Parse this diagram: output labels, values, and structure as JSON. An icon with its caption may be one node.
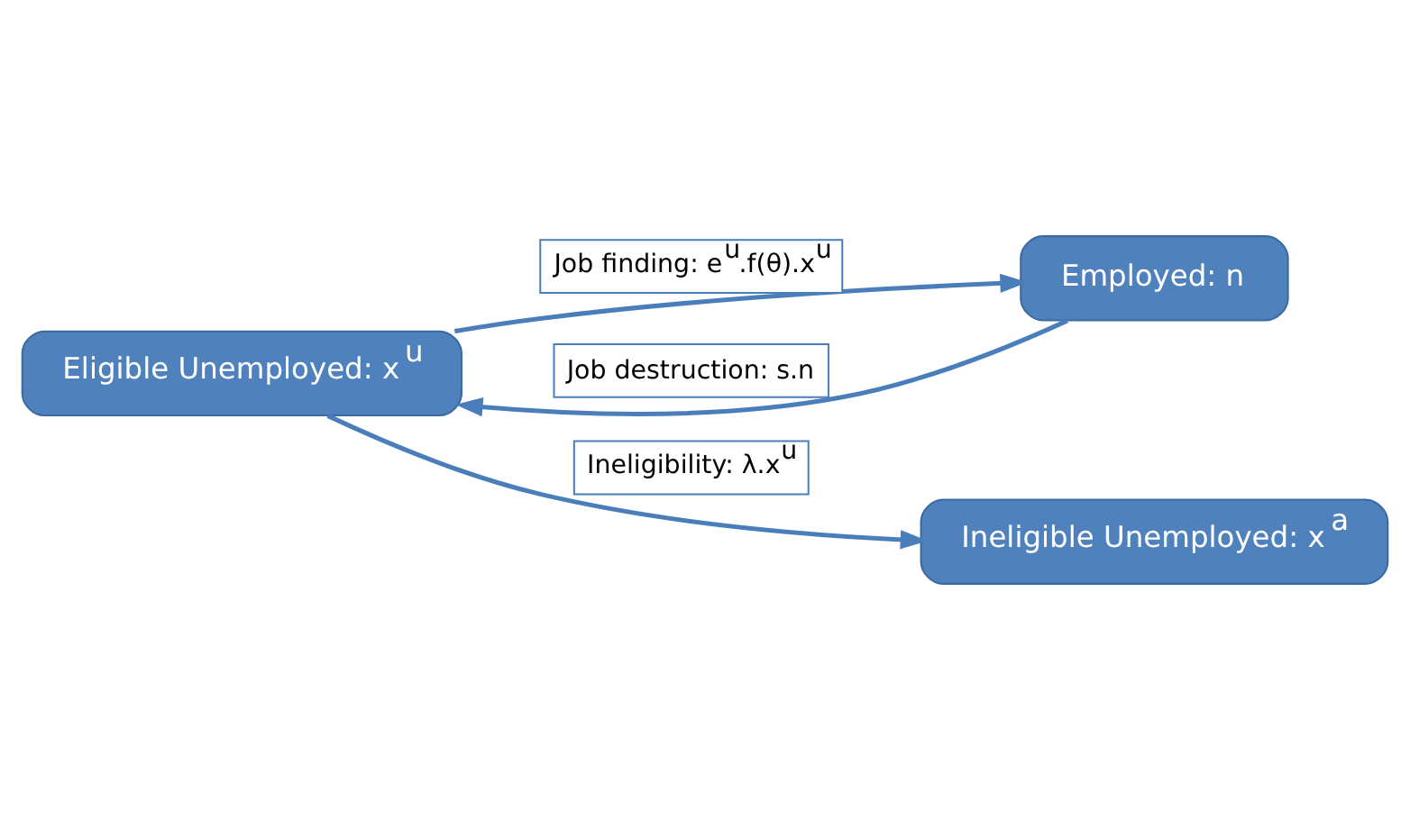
{
  "diagram": {
    "nodes": [
      {
        "text": [
          "Ineligible Unemployed: x$^{a}$"
        ]
      },
      {
        "text": [
          "Employed: n"
        ]
      },
      {
        "text": [
          "Eligible Unemployed: x$^{u}$"
        ]
      }
    ],
    "edges": [
      {
        "from": 2,
        "to": 1,
        "arrow": "to",
        "label": "Job finding: e$^{u}$.f(θ).x$^{u}$"
      },
      {
        "from": 1,
        "to": 2,
        "arrow": "to",
        "label": "Job destruction: s.n"
      },
      {
        "from": 2,
        "to": 0,
        "arrow": "to",
        "label": "Ineligibility: λ.x$^{u}$"
      }
    ]
  }
}
